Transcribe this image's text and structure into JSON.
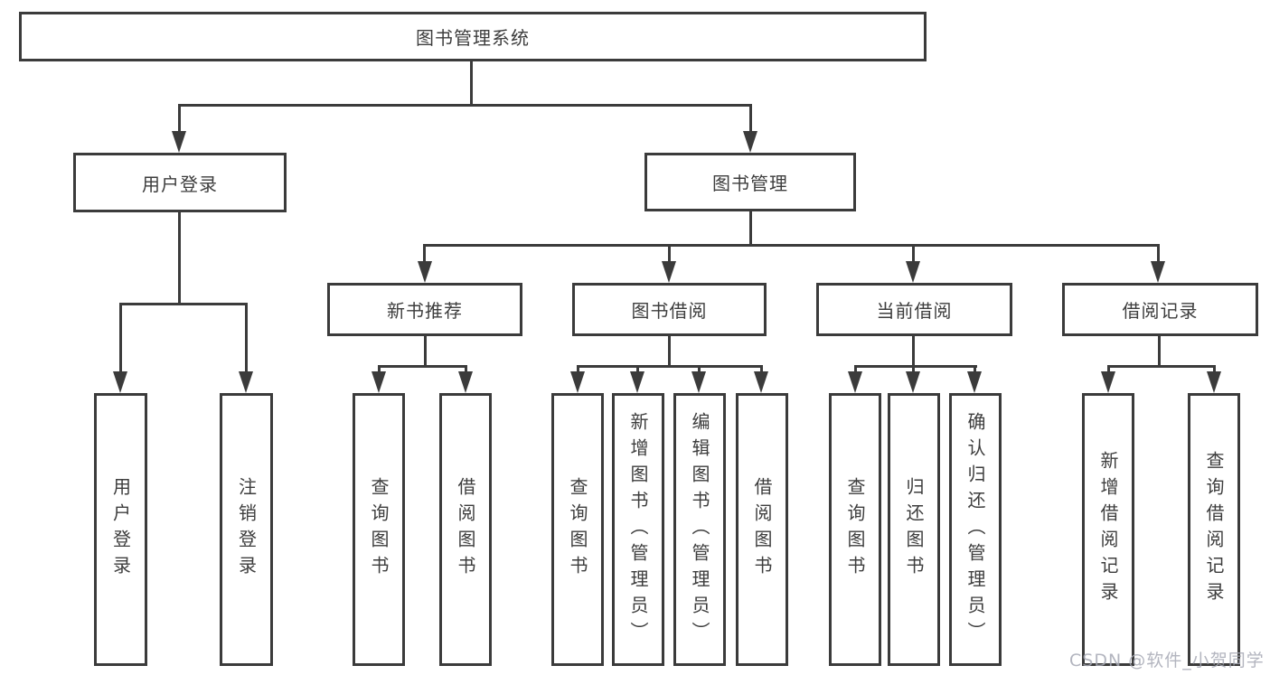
{
  "colors": {
    "line": "#3b3b3b",
    "text": "#3d3d3d",
    "background": "#ffffff",
    "watermark": "#a6a9b4"
  },
  "watermark": {
    "text": "CSDN @软件_小贺同学"
  },
  "tree": {
    "root": {
      "label": "图书管理系统"
    },
    "level2": [
      {
        "id": "user-login",
        "label": "用户登录"
      },
      {
        "id": "book-mgmt",
        "label": "图书管理"
      }
    ],
    "level3": [
      {
        "id": "new-book",
        "label": "新书推荐"
      },
      {
        "id": "book-borrow",
        "label": "图书借阅"
      },
      {
        "id": "current-borrow",
        "label": "当前借阅"
      },
      {
        "id": "borrow-record",
        "label": "借阅记录"
      }
    ],
    "leaves": [
      {
        "parent": "user-login",
        "label": "用户登录"
      },
      {
        "parent": "user-login",
        "label": "注销登录"
      },
      {
        "parent": "new-book",
        "label": "查询图书"
      },
      {
        "parent": "new-book",
        "label": "借阅图书"
      },
      {
        "parent": "book-borrow",
        "label": "查询图书"
      },
      {
        "parent": "book-borrow",
        "label": "新增图书（管理员）"
      },
      {
        "parent": "book-borrow",
        "label": "编辑图书（管理员）"
      },
      {
        "parent": "book-borrow",
        "label": "借阅图书"
      },
      {
        "parent": "current-borrow",
        "label": "查询图书"
      },
      {
        "parent": "current-borrow",
        "label": "归还图书"
      },
      {
        "parent": "current-borrow",
        "label": "确认归还（管理员）"
      },
      {
        "parent": "borrow-record",
        "label": "新增借阅记录"
      },
      {
        "parent": "borrow-record",
        "label": "查询借阅记录"
      }
    ]
  }
}
